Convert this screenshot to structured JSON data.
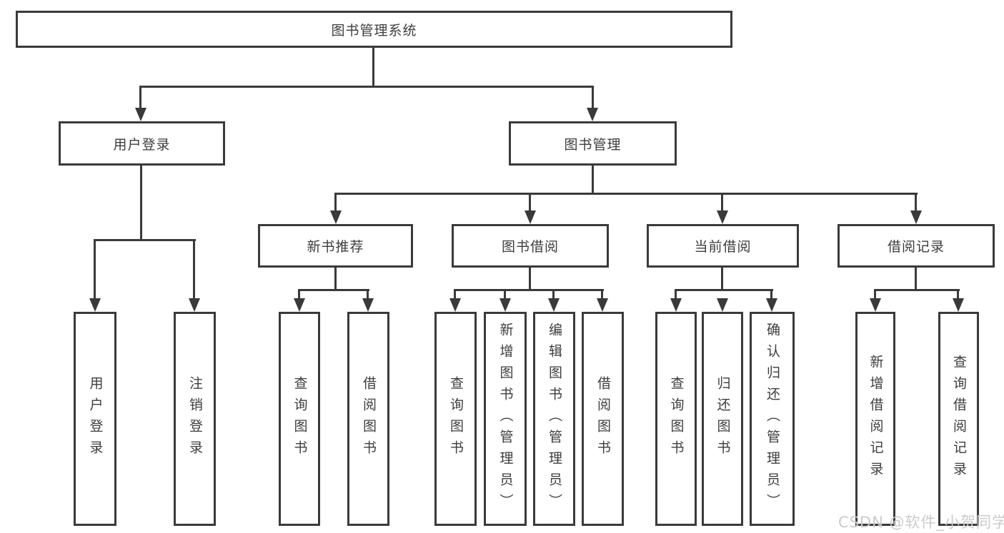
{
  "root": {
    "label": "图书管理系统"
  },
  "level2": {
    "user_login": "用户登录",
    "book_mgmt": "图书管理"
  },
  "level3": {
    "new_books": "新书推荐",
    "book_borrow": "图书借阅",
    "current_borrow": "当前借阅",
    "borrow_records": "借阅记录"
  },
  "leaves": {
    "user_login": "用户登录",
    "logout": "注销登录",
    "nb_query": "查询图书",
    "nb_borrow": "借阅图书",
    "bb_query": "查询图书",
    "bb_add": "新增图书（管理员）",
    "bb_edit": "编辑图书（管理员）",
    "bb_borrow": "借阅图书",
    "cb_query": "查询图书",
    "cb_return": "归还图书",
    "cb_confirm": "确认归还（管理员）",
    "br_add": "新增借阅记录",
    "br_query": "查询借阅记录"
  },
  "watermark": "CSDN @软件_小贺同学",
  "colors": {
    "line": "#3a3a3a",
    "text": "#3d3d3d",
    "watermark": "#cbcbcb",
    "background": "#ffffff"
  }
}
